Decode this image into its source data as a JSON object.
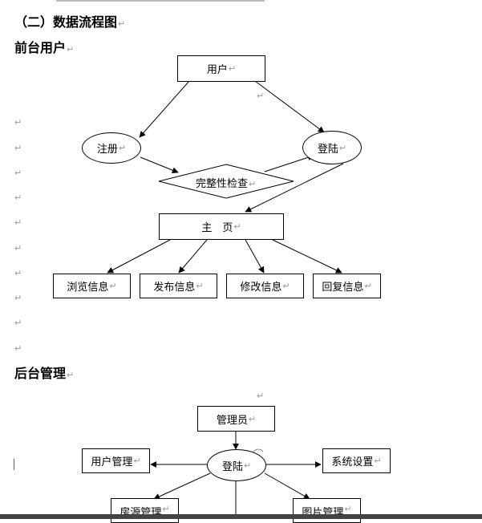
{
  "headings": {
    "section_title": "（二）数据流程图",
    "front_title": "前台用户",
    "back_title": "后台管理"
  },
  "paragraph_mark": "↵",
  "front": {
    "user": "用户",
    "register": "注册",
    "login": "登陆",
    "check": "完整性检查",
    "home": "主　页",
    "actions": [
      "浏览信息",
      "发布信息",
      "修改信息",
      "回复信息"
    ]
  },
  "back": {
    "admin": "管理员",
    "login": "登陆",
    "user_mgmt": "用户管理",
    "settings": "系统设置",
    "house_mgmt": "房源管理",
    "image_mgmt": "图片管理"
  }
}
